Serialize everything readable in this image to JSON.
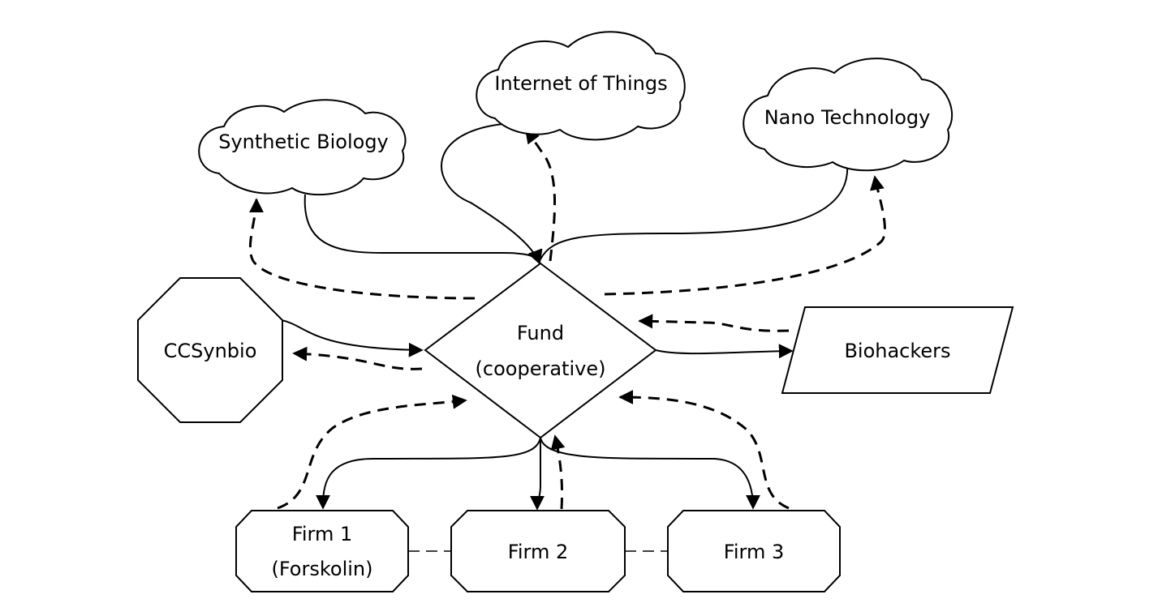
{
  "diagram": {
    "nodes": {
      "synthetic_biology": {
        "label": "Synthetic Biology",
        "shape": "cloud"
      },
      "internet_of_things": {
        "label": "Internet of Things",
        "shape": "cloud"
      },
      "nano_technology": {
        "label": "Nano Technology",
        "shape": "cloud"
      },
      "ccsynbio": {
        "label": "CCSynbio",
        "shape": "octagon"
      },
      "fund": {
        "label_line1": "Fund",
        "label_line2": "(cooperative)",
        "shape": "diamond"
      },
      "biohackers": {
        "label": "Biohackers",
        "shape": "parallelogram"
      },
      "firm1": {
        "label_line1": "Firm 1",
        "label_line2": "(Forskolin)",
        "shape": "octagon"
      },
      "firm2": {
        "label": "Firm 2",
        "shape": "octagon"
      },
      "firm3": {
        "label": "Firm 3",
        "shape": "octagon"
      }
    },
    "edges": [
      {
        "from": "synthetic_biology",
        "to": "fund",
        "style": "solid"
      },
      {
        "from": "internet_of_things",
        "to": "fund",
        "style": "solid"
      },
      {
        "from": "nano_technology",
        "to": "fund",
        "style": "solid"
      },
      {
        "from": "fund",
        "to": "synthetic_biology",
        "style": "dashed"
      },
      {
        "from": "fund",
        "to": "internet_of_things",
        "style": "dashed"
      },
      {
        "from": "fund",
        "to": "nano_technology",
        "style": "dashed"
      },
      {
        "from": "ccsynbio",
        "to": "fund",
        "style": "solid"
      },
      {
        "from": "fund",
        "to": "ccsynbio",
        "style": "dashed"
      },
      {
        "from": "fund",
        "to": "biohackers",
        "style": "solid"
      },
      {
        "from": "biohackers",
        "to": "fund",
        "style": "dashed"
      },
      {
        "from": "fund",
        "to": "firm1",
        "style": "solid"
      },
      {
        "from": "fund",
        "to": "firm2",
        "style": "solid"
      },
      {
        "from": "fund",
        "to": "firm3",
        "style": "solid"
      },
      {
        "from": "firm1",
        "to": "fund",
        "style": "dashed"
      },
      {
        "from": "firm2",
        "to": "fund",
        "style": "dashed"
      },
      {
        "from": "firm3",
        "to": "fund",
        "style": "dashed"
      },
      {
        "from": "firm1",
        "to": "firm2",
        "style": "dashed-line"
      },
      {
        "from": "firm2",
        "to": "firm3",
        "style": "dashed-line"
      }
    ]
  }
}
